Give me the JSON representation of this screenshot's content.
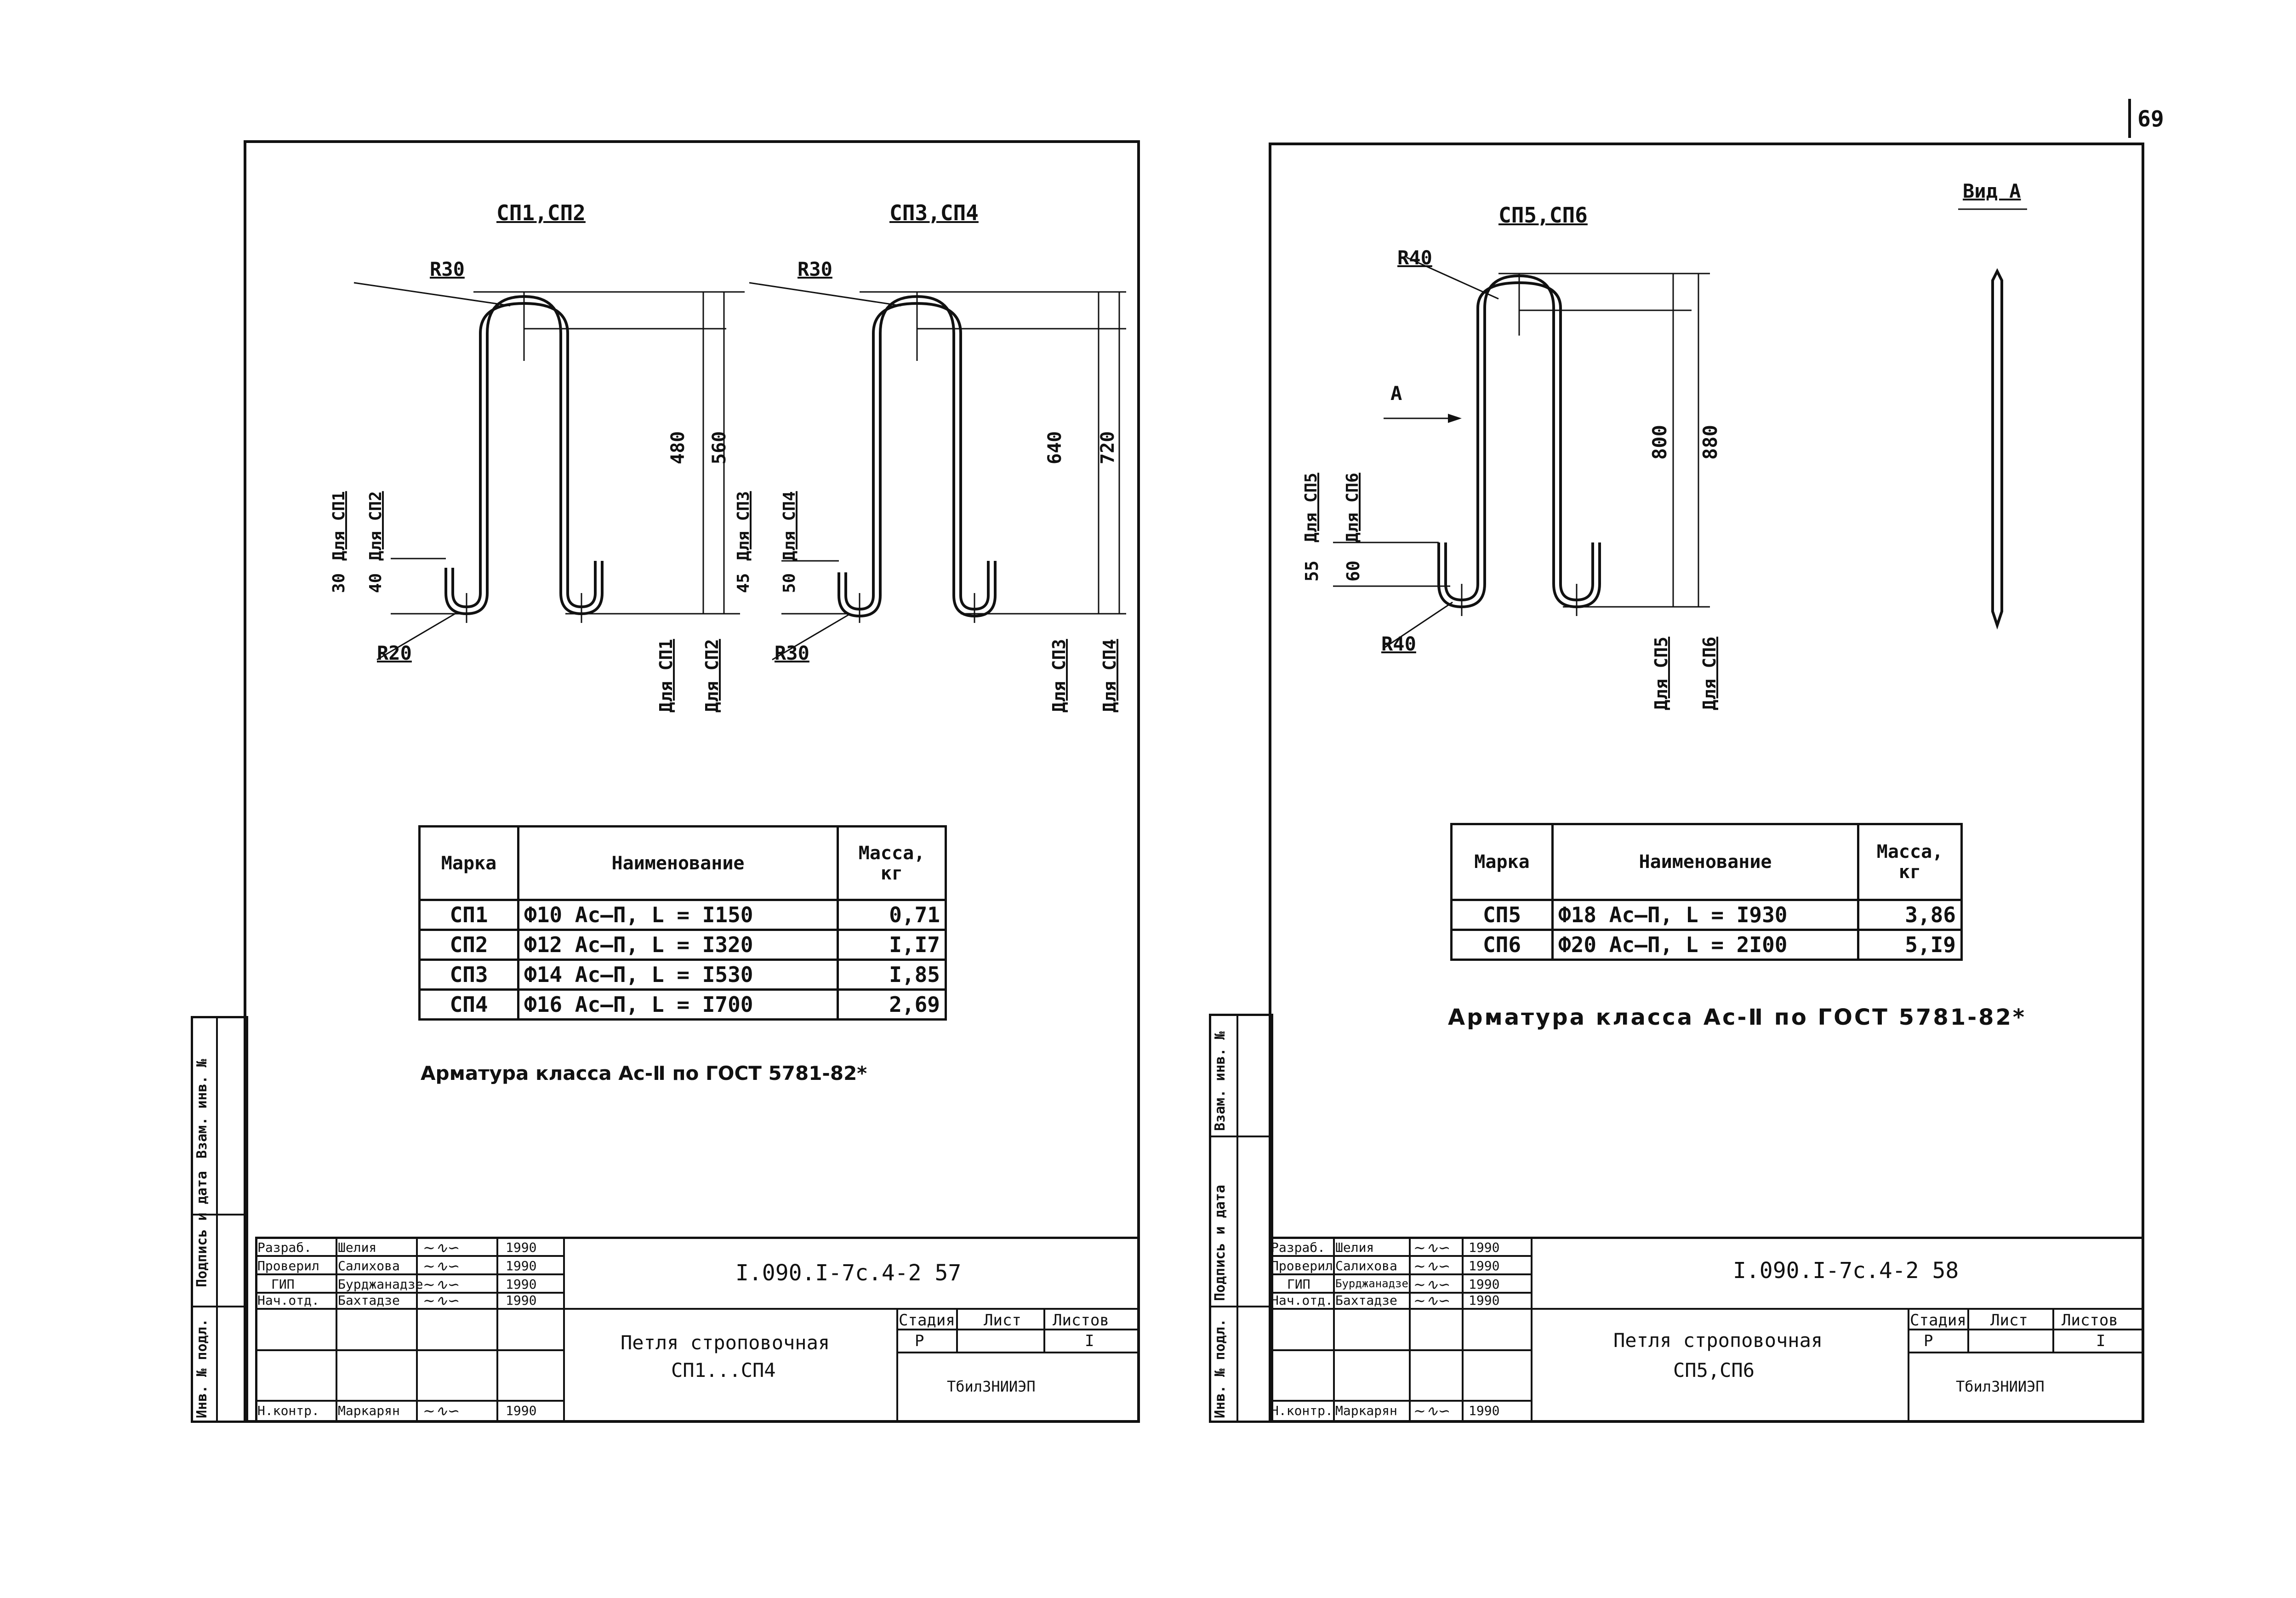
{
  "page_number": "69",
  "left": {
    "drawing1": {
      "title": "СП1,СП2",
      "radius_top": "R30",
      "radius_bottom": "R20",
      "dim_a": "480",
      "dim_b": "560",
      "for_a": "Для СП1",
      "for_b": "Для СП2",
      "left_dim_a": "30",
      "left_dim_b": "40",
      "left_for_a": "Для СП1",
      "left_for_b": "Для СП2"
    },
    "drawing2": {
      "title": "СП3,СП4",
      "radius_top": "R30",
      "radius_bottom": "R30",
      "dim_a": "640",
      "dim_b": "720",
      "for_a": "Для СП3",
      "for_b": "Для СП4",
      "left_dim_a": "45",
      "left_dim_b": "50",
      "left_for_a": "Для СП3",
      "left_for_b": "Для СП4"
    },
    "table": {
      "headers": [
        "Марка",
        "Наименование",
        "Масса, кг"
      ],
      "rows": [
        [
          "СП1",
          "Ф10 Ас–П,  L = I150",
          "0,71"
        ],
        [
          "СП2",
          "Ф12 Ас–П,  L = I320",
          "I,I7"
        ],
        [
          "СП3",
          "Ф14 Ас–П,  L = I530",
          "I,85"
        ],
        [
          "СП4",
          "Ф16 Ас–П,  L = I700",
          "2,69"
        ]
      ]
    },
    "note": "Арматура класса Ас-Ⅱ по ГОСТ 5781-82*",
    "titleblock": {
      "code": "I.090.I-7с.4-2  57",
      "name_line1": "Петля строповочная",
      "name_line2": "СП1...СП4",
      "stage_h": "Стадия",
      "sheet_h": "Лист",
      "sheets_h": "Листов",
      "stage": "Р",
      "sheets": "I",
      "org": "ТбилЗНИИЭП",
      "roles": [
        "Разраб.",
        "Проверил",
        "ГИП",
        "Нач.отд.",
        "",
        "",
        "Н.контр."
      ],
      "names": [
        "Шелия",
        "Салихова",
        "Бурджанадзе",
        "Бахтадзе",
        "",
        "",
        "Маркарян"
      ],
      "dates": [
        "1990",
        "1990",
        "1990",
        "1990",
        "",
        "",
        "1990"
      ],
      "side_labels": [
        "Инв. № подл.",
        "Подпись и дата",
        "Взам. инв. №"
      ]
    }
  },
  "right": {
    "drawing": {
      "title": "СП5,СП6",
      "radius_top": "R40",
      "radius_bottom": "R40",
      "view_label": "Вид А",
      "arrow_label": "А",
      "dim_a": "800",
      "dim_b": "880",
      "for_a": "Для СП5",
      "for_b": "Для СП6",
      "left_dim_a": "55",
      "left_dim_b": "60",
      "left_for_a": "Для СП5",
      "left_for_b": "Для СП6"
    },
    "table": {
      "headers": [
        "Марка",
        "Наименование",
        "Масса, кг"
      ],
      "rows": [
        [
          "СП5",
          "Ф18 Ас–П,  L = I930",
          "3,86"
        ],
        [
          "СП6",
          "Ф20 Ас–П,  L = 2I00",
          "5,I9"
        ]
      ]
    },
    "note": "Арматура класса Ас-Ⅱ по ГОСТ 5781-82*",
    "titleblock": {
      "code": "I.090.I-7с.4-2  58",
      "name_line1": "Петля строповочная",
      "name_line2": "СП5,СП6",
      "stage_h": "Стадия",
      "sheet_h": "Лист",
      "sheets_h": "Листов",
      "stage": "Р",
      "sheets": "I",
      "org": "ТбилЗНИИЭП",
      "roles": [
        "Разраб.",
        "Проверил",
        "ГИП",
        "Нач.отд.",
        "",
        "",
        "Н.контр."
      ],
      "names": [
        "Шелия",
        "Салихова",
        "Бурджанадзе",
        "Бахтадзе",
        "",
        "",
        "Маркарян"
      ],
      "dates": [
        "1990",
        "1990",
        "1990",
        "1990",
        "",
        "",
        "1990"
      ],
      "side_labels": [
        "Инв. № подл.",
        "Подпись и дата",
        "Взам. инв. №"
      ]
    }
  }
}
